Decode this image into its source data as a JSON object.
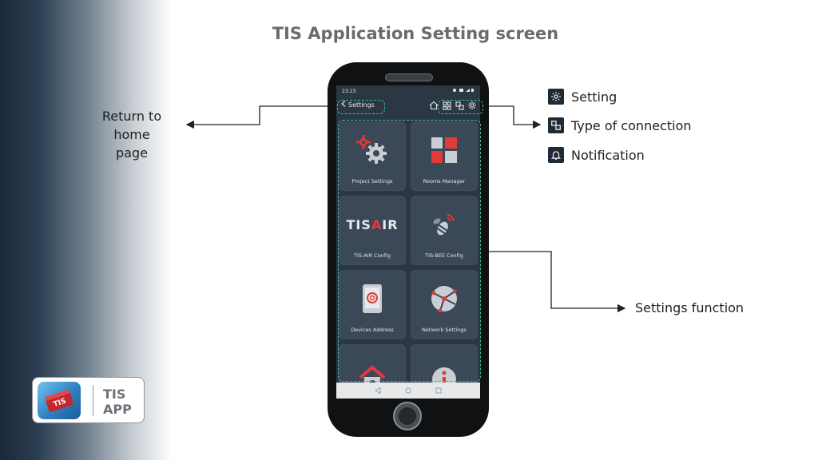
{
  "slide": {
    "title": "TIS Application Setting screen"
  },
  "annotations": {
    "return_home_line1": "Return to",
    "return_home_line2": "home page",
    "legend": [
      {
        "icon": "gear-icon",
        "label": "Setting"
      },
      {
        "icon": "connection-icon",
        "label": "Type of connection"
      },
      {
        "icon": "bell-icon",
        "label": "Notification"
      }
    ],
    "settings_function": "Settings function"
  },
  "phone": {
    "status_time": "23:23",
    "back_label": "Settings",
    "top_icons": [
      "home-icon",
      "grid-icon",
      "connection-icon",
      "gear-icon"
    ],
    "tiles": [
      {
        "label": "Project Settings",
        "icon": "project-settings-icon"
      },
      {
        "label": "Rooms Manager",
        "icon": "rooms-manager-icon"
      },
      {
        "label": "TIS-AIR Config",
        "icon": "tis-air-logo",
        "logo_main": "TIS",
        "logo_accent": "A",
        "logo_tail": "IR"
      },
      {
        "label": "TIS-BEE Config",
        "icon": "tis-bee-icon"
      },
      {
        "label": "Devices Address",
        "icon": "device-address-icon"
      },
      {
        "label": "Network Settings",
        "icon": "network-settings-icon"
      },
      {
        "label": "",
        "icon": "home-settings-icon"
      },
      {
        "label": "",
        "icon": "info-icon"
      }
    ],
    "nav": [
      "back-nav-icon",
      "home-nav-icon",
      "recents-nav-icon"
    ]
  },
  "badge": {
    "line1": "TIS",
    "line2": "APP",
    "icon_text": "TIS"
  },
  "colors": {
    "accent_dashed": "#40b89c",
    "screen_bg": "#2c3744",
    "tile_bg": "#3b4858",
    "red": "#e03b3b"
  }
}
